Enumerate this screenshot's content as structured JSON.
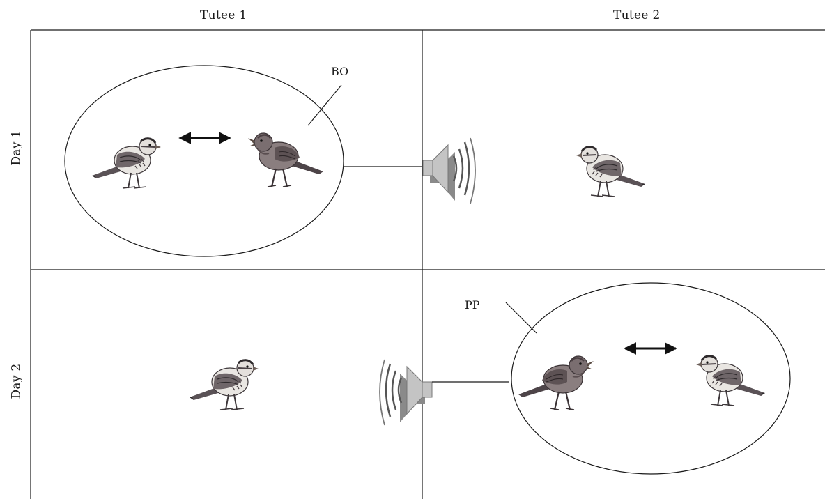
{
  "columns": [
    "Tutee 1",
    "Tutee 2"
  ],
  "rows": [
    "Day 1",
    "Day 2"
  ],
  "callouts": {
    "day1": "BO",
    "day2": "PP"
  },
  "icons": {
    "bird": "sparrow-bird-icon",
    "speaker": "speaker-icon",
    "arrow": "double-headed-arrow-icon"
  },
  "colors": {
    "line": "#1a1a1a",
    "speaker_light": "#c4c4c4",
    "speaker_dark": "#8a8a8a",
    "bird_dark": "#4a4246",
    "bird_mid": "#7d7376",
    "bird_light": "#e9e6e2"
  }
}
